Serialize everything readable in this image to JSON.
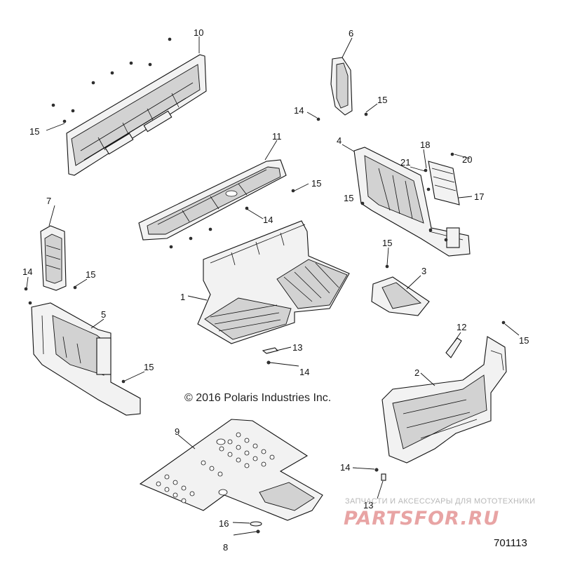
{
  "diagram": {
    "copyright": "© 2016 Polaris Industries Inc.",
    "document_number": "701113",
    "watermark_top": "ЗАПЧАСТИ И АКСЕССУАРЫ ДЛЯ МОТОТЕХНИКИ",
    "watermark_logo": "PARTSFOR.RU",
    "callouts": [
      {
        "id": "c10",
        "text": "10"
      },
      {
        "id": "c6",
        "text": "6"
      },
      {
        "id": "c15a",
        "text": "15"
      },
      {
        "id": "c14a",
        "text": "14"
      },
      {
        "id": "c15b",
        "text": "15"
      },
      {
        "id": "c4",
        "text": "4"
      },
      {
        "id": "c18",
        "text": "18"
      },
      {
        "id": "c20",
        "text": "20"
      },
      {
        "id": "c21",
        "text": "21"
      },
      {
        "id": "c17",
        "text": "17"
      },
      {
        "id": "c11",
        "text": "11"
      },
      {
        "id": "c15c",
        "text": "15"
      },
      {
        "id": "c15d",
        "text": "15"
      },
      {
        "id": "c14b",
        "text": "14"
      },
      {
        "id": "c7",
        "text": "7"
      },
      {
        "id": "c14c",
        "text": "14"
      },
      {
        "id": "c15e",
        "text": "15"
      },
      {
        "id": "c15f",
        "text": "15"
      },
      {
        "id": "c3",
        "text": "3"
      },
      {
        "id": "c1",
        "text": "1"
      },
      {
        "id": "c5",
        "text": "5"
      },
      {
        "id": "c13a",
        "text": "13"
      },
      {
        "id": "c14d",
        "text": "14"
      },
      {
        "id": "c15g",
        "text": "15"
      },
      {
        "id": "c12",
        "text": "12"
      },
      {
        "id": "c15h",
        "text": "15"
      },
      {
        "id": "c2",
        "text": "2"
      },
      {
        "id": "c9",
        "text": "9"
      },
      {
        "id": "c14e",
        "text": "14"
      },
      {
        "id": "c13b",
        "text": "13"
      },
      {
        "id": "c16",
        "text": "16"
      },
      {
        "id": "c8",
        "text": "8"
      }
    ]
  }
}
